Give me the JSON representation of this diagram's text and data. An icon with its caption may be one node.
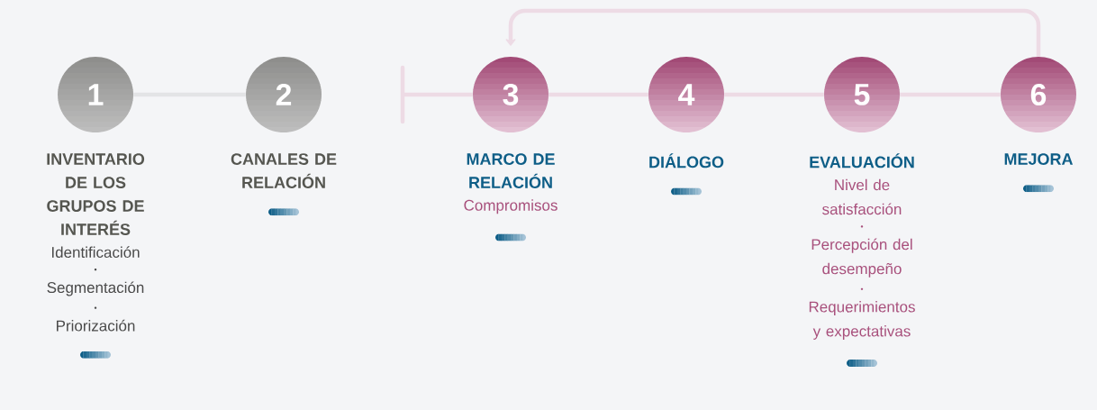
{
  "diagram": {
    "nodes": [
      {
        "text": [
          "1",
          "INVENTARIO DE LOS GRUPOS DE INTERÉS"
        ],
        "beside": [
          "Identificación",
          "Segmentación",
          "Priorización"
        ]
      },
      {
        "text": [
          "2",
          "CANALES DE RELACIÓN"
        ]
      },
      {
        "text": [
          "3",
          "MARCO DE RELACIÓN"
        ],
        "beside": [
          "Compromisos"
        ]
      },
      {
        "text": [
          "4",
          "DIÁLOGO"
        ]
      },
      {
        "text": [
          "5",
          "EVALUACIÓN"
        ],
        "beside": [
          "Nivel de satisfacción",
          "Percepción del desempeño",
          "Requerimientos y expectativas"
        ]
      },
      {
        "text": [
          "6",
          "MEJORA"
        ]
      }
    ],
    "edges": [
      {
        "from": 0,
        "to": 1,
        "arrow": "none",
        "color": "#e3e4e6"
      },
      {
        "from": null,
        "to": 2,
        "arrow": "none"
      },
      {
        "from": 2,
        "to": 3,
        "arrow": "none"
      },
      {
        "from": 3,
        "to": 4,
        "arrow": "none"
      },
      {
        "from": 4,
        "to": 5,
        "arrow": "none"
      },
      {
        "from": 5,
        "to": 2,
        "arrow": "to"
      }
    ]
  }
}
